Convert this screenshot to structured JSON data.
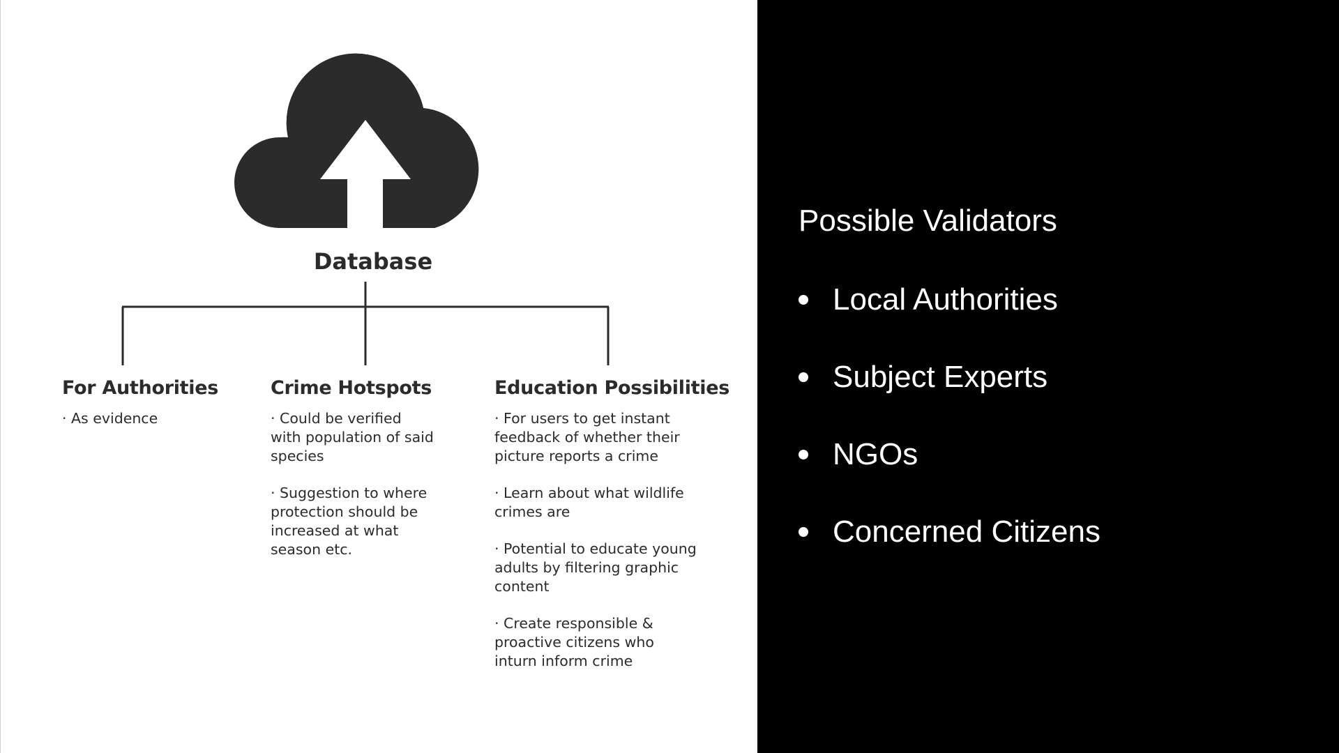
{
  "colors": {
    "diagram_dark": "#2b2b2b",
    "left_background": "#ffffff",
    "right_background": "#000000",
    "right_text": "#ffffff"
  },
  "diagram": {
    "root": {
      "label": "Database",
      "icon": "cloud-upload-icon"
    },
    "branches": [
      {
        "title": "For Authorities",
        "items": [
          "· As evidence"
        ]
      },
      {
        "title": "Crime Hotspots",
        "items": [
          "· Could be verified\nwith population of said\nspecies",
          "· Suggestion to where\nprotection should be\nincreased at what\nseason etc."
        ]
      },
      {
        "title": "Education Possibilities",
        "items": [
          "· For users to get instant\nfeedback of whether their\npicture reports a crime",
          "· Learn about what wildlife\ncrimes are",
          "· Potential to educate young\nadults by filtering graphic\ncontent",
          "· Create responsible &\nproactive citizens who\ninturn inform crime"
        ]
      }
    ]
  },
  "validators": {
    "title": "Possible Validators",
    "items": [
      "Local Authorities",
      "Subject Experts",
      "NGOs",
      "Concerned Citizens"
    ]
  }
}
